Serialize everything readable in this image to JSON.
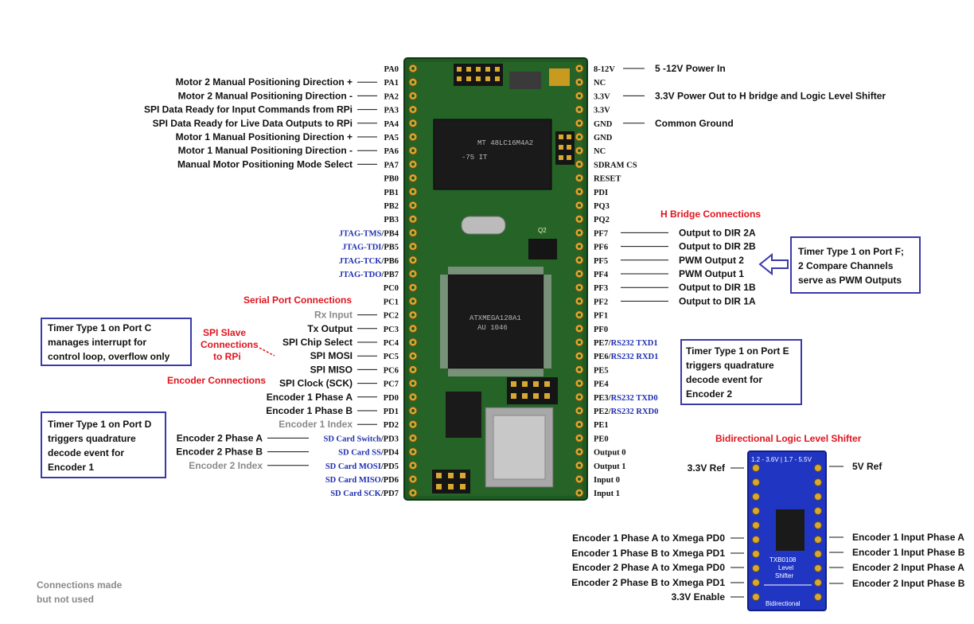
{
  "left_pins": [
    {
      "pin": "PA0",
      "label": "",
      "style": "black"
    },
    {
      "pin": "PA1",
      "label": "Motor 2 Manual Positioning Direction +",
      "style": "black"
    },
    {
      "pin": "PA2",
      "label": "Motor 2 Manual Positioning Direction -",
      "style": "black"
    },
    {
      "pin": "PA3",
      "label": "SPI Data Ready for Input Commands from RPi",
      "style": "black"
    },
    {
      "pin": "PA4",
      "label": "SPI Data Ready for Live Data Outputs to RPi",
      "style": "black"
    },
    {
      "pin": "PA5",
      "label": "Motor 1 Manual Positioning Direction +",
      "style": "black"
    },
    {
      "pin": "PA6",
      "label": "Motor 1 Manual Positioning Direction -",
      "style": "black"
    },
    {
      "pin": "PA7",
      "label": "Manual Motor Positioning Mode Select",
      "style": "black"
    },
    {
      "pin": "PB0",
      "label": "",
      "style": "black"
    },
    {
      "pin": "PB1",
      "label": "",
      "style": "black"
    },
    {
      "pin": "PB2",
      "label": "",
      "style": "black"
    },
    {
      "pin": "PB3",
      "label": "",
      "style": "black"
    },
    {
      "pin": "JTAG-TMS/PB4",
      "label": "",
      "style": "blue"
    },
    {
      "pin": "JTAG-TDI/PB5",
      "label": "",
      "style": "blue"
    },
    {
      "pin": "JTAG-TCK/PB6",
      "label": "",
      "style": "blue"
    },
    {
      "pin": "JTAG-TDO/PB7",
      "label": "",
      "style": "blue"
    },
    {
      "pin": "PC0",
      "label": "",
      "style": "black"
    },
    {
      "pin": "PC1",
      "label": "",
      "style": "black"
    },
    {
      "pin": "PC2",
      "label": "Rx Input",
      "style": "gray"
    },
    {
      "pin": "PC3",
      "label": "Tx Output",
      "style": "black"
    },
    {
      "pin": "PC4",
      "label": "SPI Chip Select",
      "style": "black"
    },
    {
      "pin": "PC5",
      "label": "SPI MOSI",
      "style": "black"
    },
    {
      "pin": "PC6",
      "label": "SPI MISO",
      "style": "black"
    },
    {
      "pin": "PC7",
      "label": "SPI Clock (SCK)",
      "style": "black"
    },
    {
      "pin": "PD0",
      "label": "Encoder 1 Phase A",
      "style": "black"
    },
    {
      "pin": "PD1",
      "label": "Encoder 1 Phase B",
      "style": "black"
    },
    {
      "pin": "PD2",
      "label": "Encoder 1 Index",
      "style": "gray"
    },
    {
      "pin": "SD Card Switch/PD3",
      "label": "Encoder 2 Phase A",
      "style": "black"
    },
    {
      "pin": "SD Card SS/PD4",
      "label": "Encoder 2 Phase B",
      "style": "black"
    },
    {
      "pin": "SD Card MOSI/PD5",
      "label": "Encoder 2 Index",
      "style": "gray"
    },
    {
      "pin": "SD Card MISO/PD6",
      "label": "",
      "style": "black"
    },
    {
      "pin": "SD Card SCK/PD7",
      "label": "",
      "style": "black"
    }
  ],
  "right_pins": [
    {
      "pin": "8-12V",
      "label": "5 -12V Power In"
    },
    {
      "pin": "NC",
      "label": ""
    },
    {
      "pin": "3.3V",
      "label": "3.3V Power Out to H bridge and Logic Level Shifter"
    },
    {
      "pin": "3.3V",
      "label": ""
    },
    {
      "pin": "GND",
      "label": "Common Ground"
    },
    {
      "pin": "GND",
      "label": ""
    },
    {
      "pin": "NC",
      "label": ""
    },
    {
      "pin": "SDRAM CS",
      "label": ""
    },
    {
      "pin": "RESET",
      "label": ""
    },
    {
      "pin": "PDI",
      "label": ""
    },
    {
      "pin": "PQ3",
      "label": ""
    },
    {
      "pin": "PQ2",
      "label": ""
    },
    {
      "pin": "PF7",
      "label": "Output to DIR 2A"
    },
    {
      "pin": "PF6",
      "label": "Output to DIR 2B"
    },
    {
      "pin": "PF5",
      "label": "PWM Output 2"
    },
    {
      "pin": "PF4",
      "label": "PWM Output 1"
    },
    {
      "pin": "PF3",
      "label": "Output to DIR 1B"
    },
    {
      "pin": "PF2",
      "label": "Output to DIR 1A"
    },
    {
      "pin": "PF1",
      "label": ""
    },
    {
      "pin": "PF0",
      "label": ""
    },
    {
      "pin": "PE7/RS232 TXD1",
      "label": ""
    },
    {
      "pin": "PE6/RS232 RXD1",
      "label": ""
    },
    {
      "pin": "PE5",
      "label": ""
    },
    {
      "pin": "PE4",
      "label": ""
    },
    {
      "pin": "PE3/RS232 TXD0",
      "label": ""
    },
    {
      "pin": "PE2/RS232 RXD0",
      "label": ""
    },
    {
      "pin": "PE1",
      "label": ""
    },
    {
      "pin": "PE0",
      "label": ""
    },
    {
      "pin": "Output 0",
      "label": ""
    },
    {
      "pin": "Output 1",
      "label": ""
    },
    {
      "pin": "Input 0",
      "label": ""
    },
    {
      "pin": "Input 1",
      "label": ""
    }
  ],
  "headings": {
    "serial": "Serial Port Connections",
    "encoder": "Encoder Connections",
    "hbridge": "H Bridge Connections",
    "spi_slave": [
      "SPI Slave",
      "Connections",
      "to RPi"
    ],
    "shifter": "Bidirectional Logic Level Shifter"
  },
  "notes": {
    "port_c": [
      "Timer Type 1 on Port C",
      "manages interrupt for",
      "control loop, overflow only"
    ],
    "port_d": [
      "Timer Type 1 on Port D",
      "triggers quadrature",
      "decode event for",
      "Encoder 1"
    ],
    "port_e": [
      "Timer Type 1 on Port E",
      "triggers quadrature",
      "decode event for",
      "Encoder 2"
    ],
    "port_f": [
      "Timer Type 1 on Port F;",
      "2 Compare Channels",
      "serve as PWM Outputs"
    ]
  },
  "legend": [
    "Connections made",
    "but not used"
  ],
  "shifter": {
    "ref_left": "3.3V Ref",
    "ref_right": "5V Ref",
    "left_labels": [
      "Encoder 1 Phase A to Xmega PD0",
      "Encoder 1 Phase B to Xmega PD1",
      "Encoder 2 Phase A to Xmega PD0",
      "Encoder 2 Phase B to Xmega PD1",
      "3.3V Enable"
    ],
    "right_labels": [
      "Encoder 1 Input  Phase A",
      "Encoder 1 Input  Phase B",
      "Encoder 2 Input  Phase A",
      "Encoder 2 Input  Phase B"
    ]
  },
  "board_text": {
    "chip1": [
      "MT 48LC16M4A2",
      "-75 IT"
    ],
    "chip2": [
      "ATXMEGA128A1",
      "AU 1046"
    ],
    "chip3": [
      "Q2"
    ],
    "shifter_chip": "TXB0108",
    "shifter_name": [
      "Level",
      "Shifter"
    ],
    "shifter_top": "1.2 - 3.6V | 1.7 - 5.5V",
    "shifter_bottom": "Bidirectional"
  },
  "colors": {
    "blue": "#1f2fb0",
    "red": "#e0141e",
    "gray": "#8a8a8a",
    "board": "#1f5a22",
    "box": "#3a3aa8"
  }
}
